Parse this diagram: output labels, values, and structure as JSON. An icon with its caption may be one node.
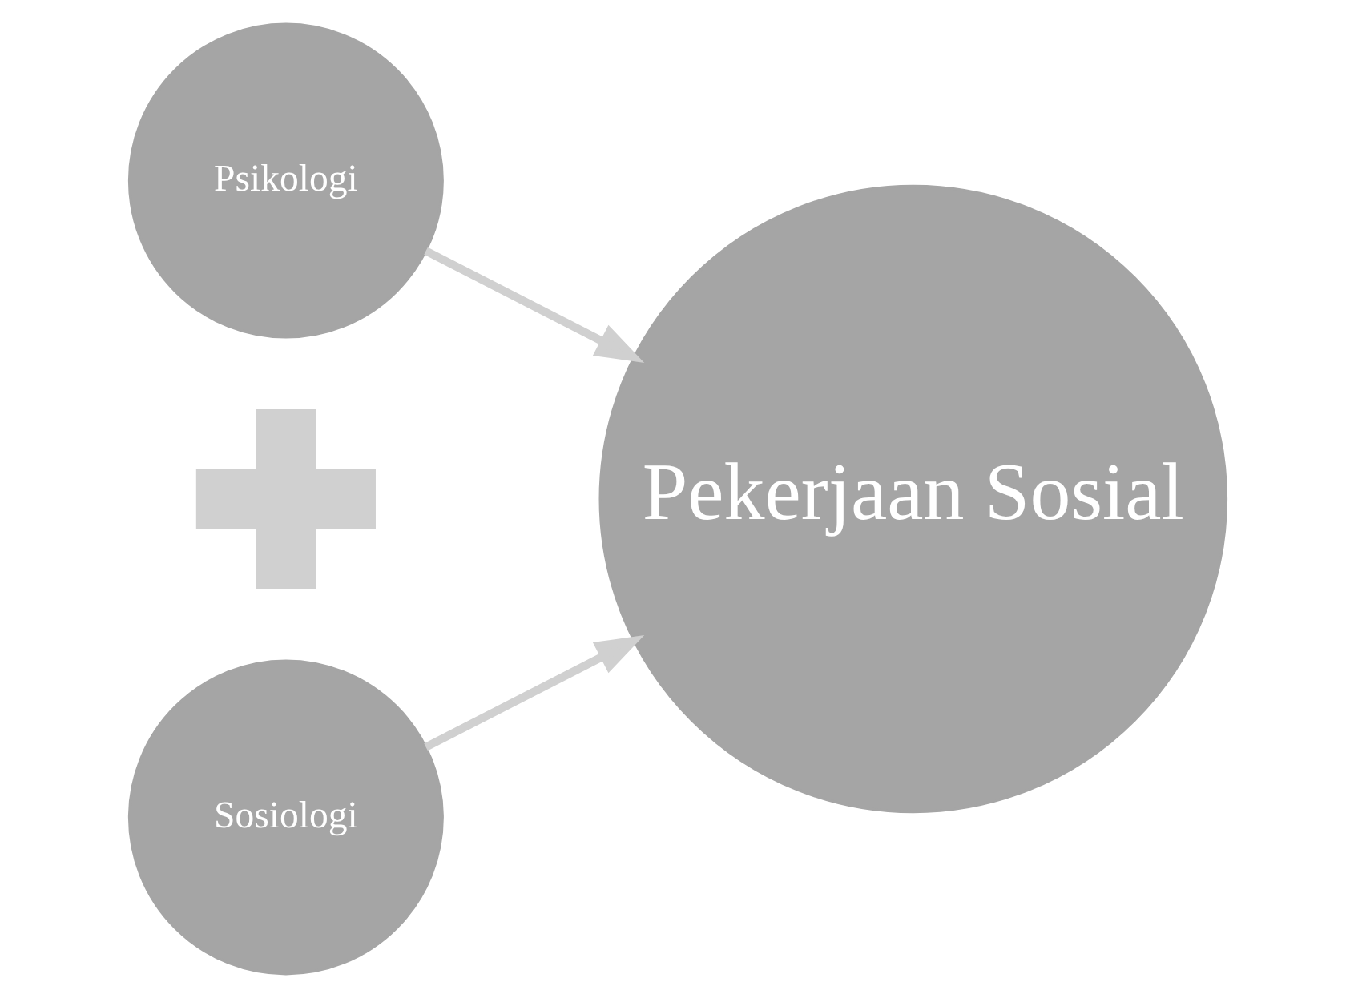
{
  "diagram": {
    "nodes": [
      {
        "text": [
          "Psikologi"
        ]
      },
      {
        "text": [],
        "shape": "plus"
      },
      {
        "text": [
          "Sosiologi"
        ]
      },
      {
        "text": [
          "Pekerjaan Sosial"
        ]
      }
    ],
    "edges": [
      {
        "from": 0,
        "to": 3,
        "arrow": "to"
      },
      {
        "from": 2,
        "to": 3,
        "arrow": "to"
      }
    ]
  }
}
